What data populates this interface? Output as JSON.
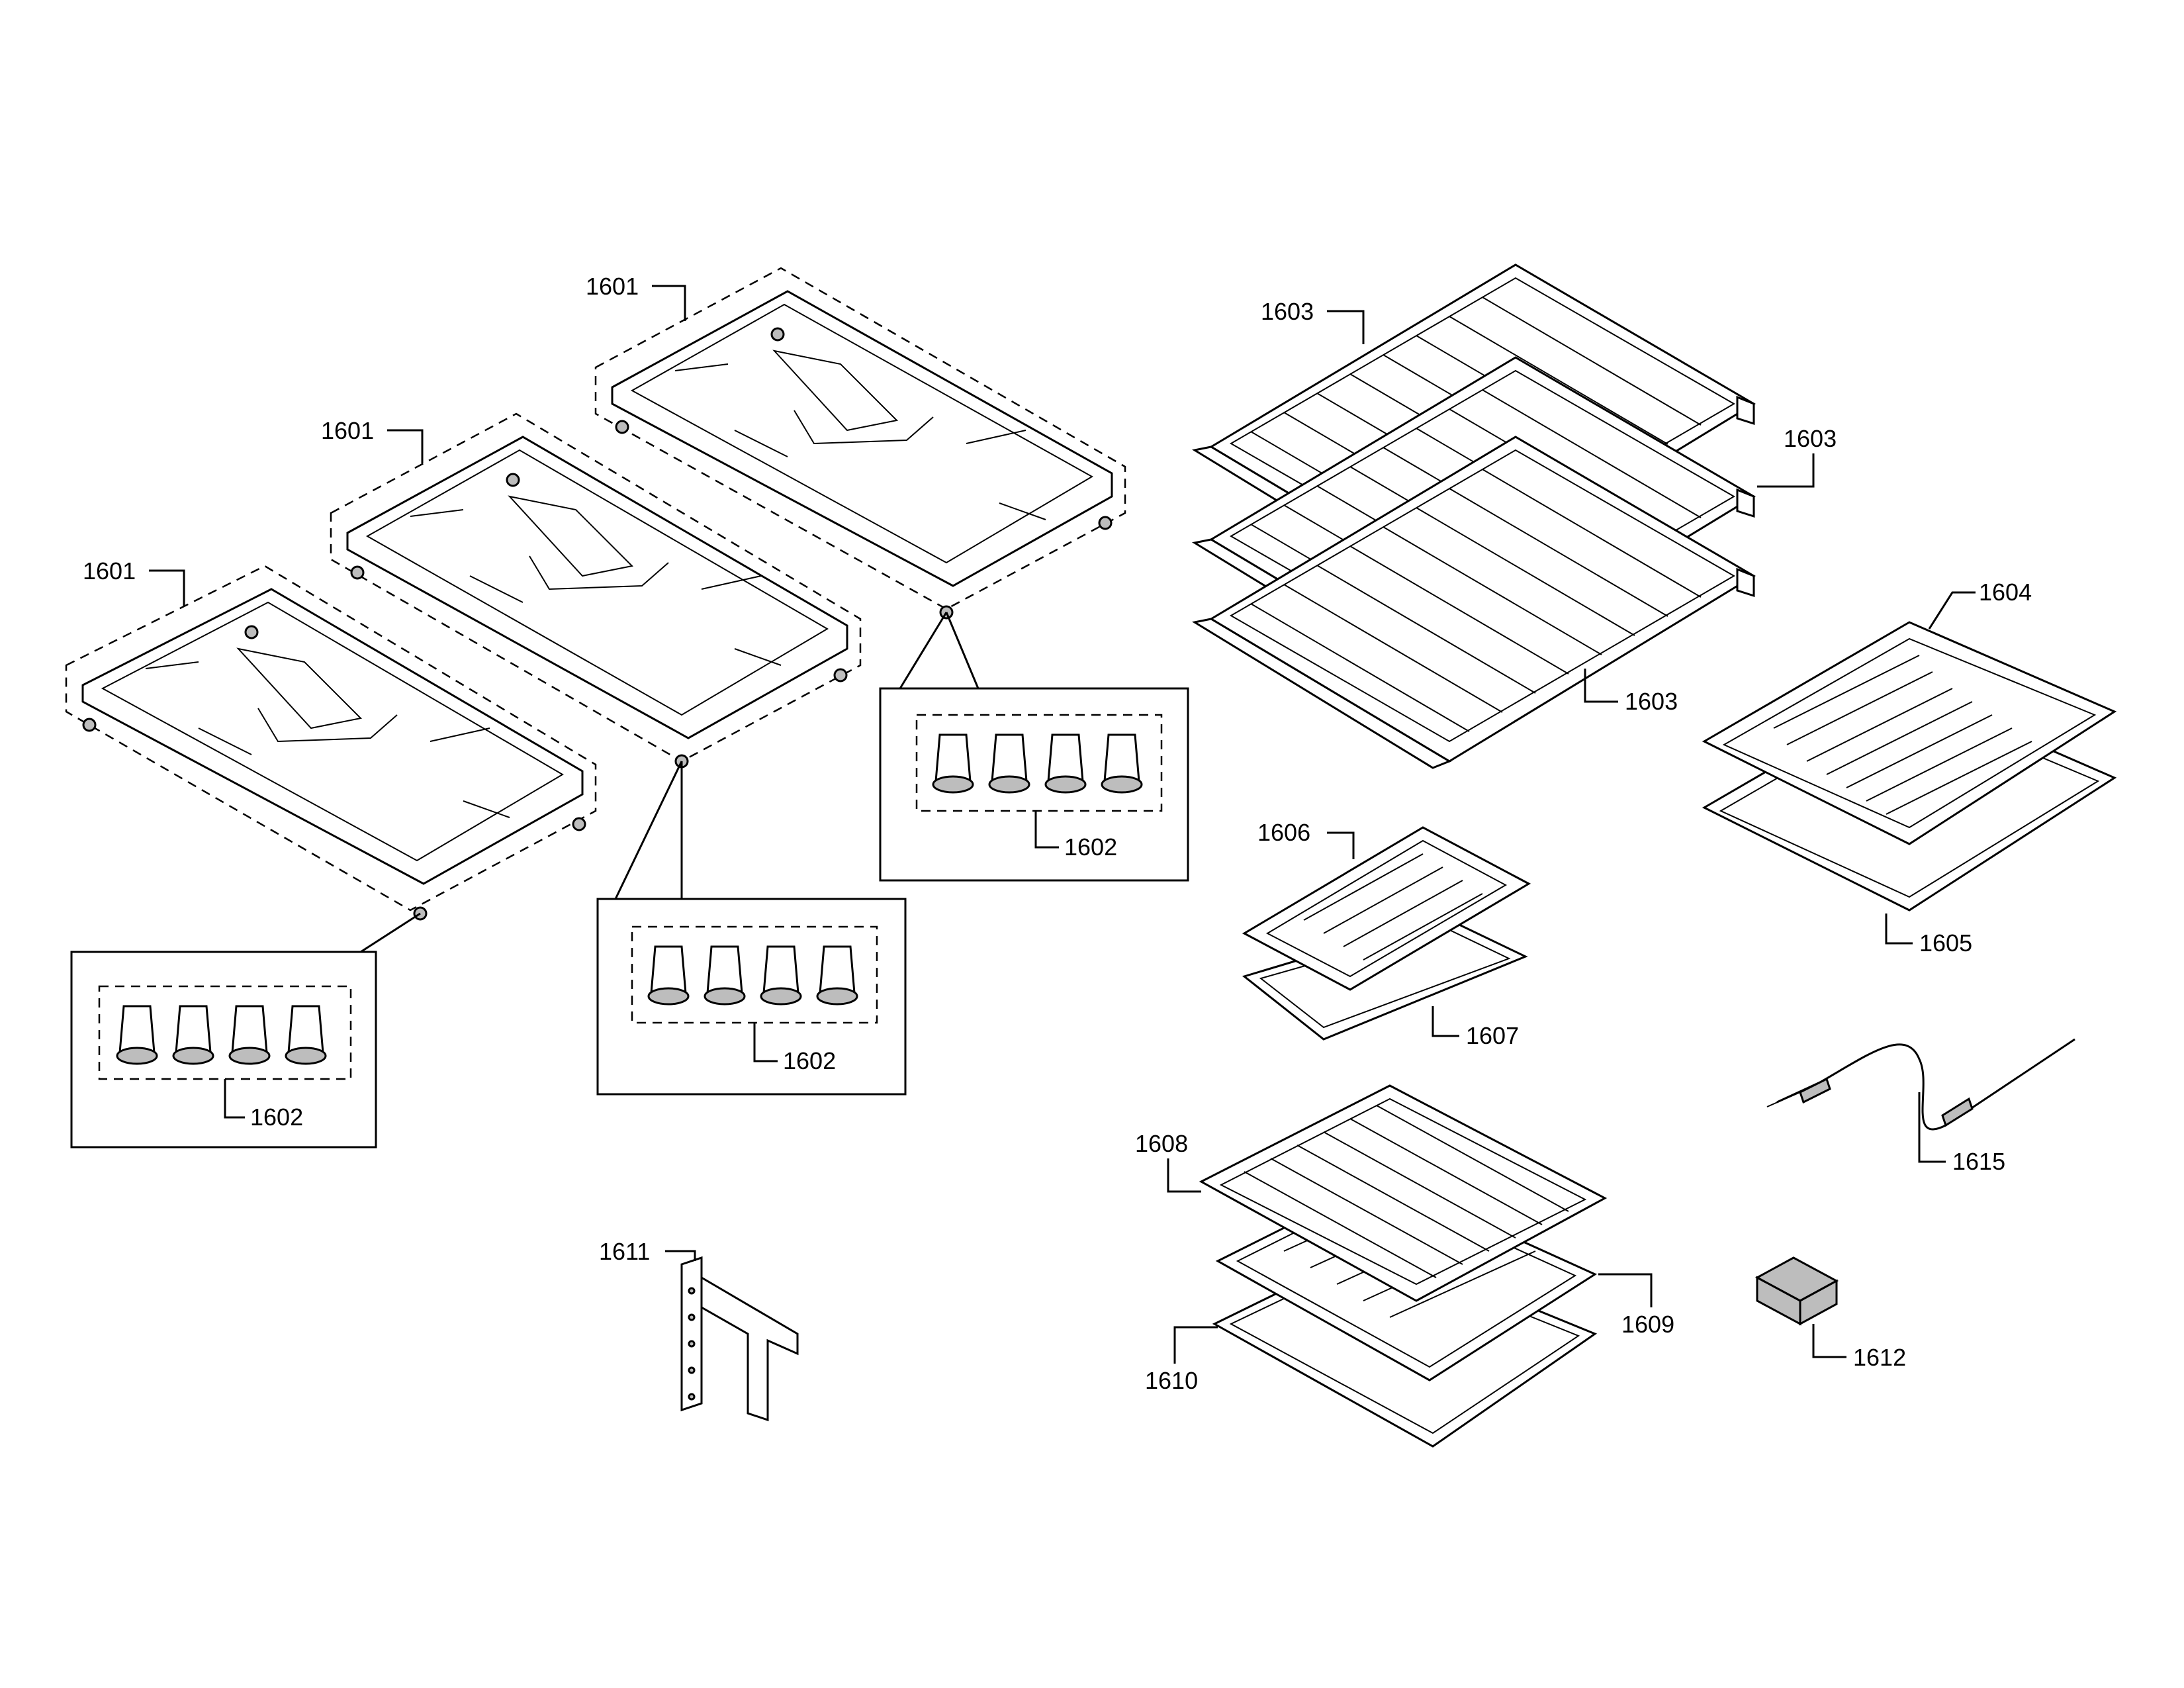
{
  "labels": {
    "grate_left": "1601",
    "grate_middle": "1601",
    "grate_right": "1601",
    "feet_left": "1602",
    "feet_middle": "1602",
    "feet_right": "1602",
    "rack_top": "1603",
    "rack_middle": "1603",
    "rack_bottom": "1603",
    "broiler_insert": "1604",
    "broiler_pan": "1605",
    "small_insert": "1606",
    "small_pan": "1607",
    "roasting_rack": "1608",
    "roasting_insert": "1609",
    "roasting_pan": "1610",
    "bracket": "1611",
    "sponge": "1612",
    "probe": "1615"
  },
  "colors": {
    "line": "#000000",
    "background": "#ffffff",
    "fill_dark": "#bdbdbd"
  }
}
